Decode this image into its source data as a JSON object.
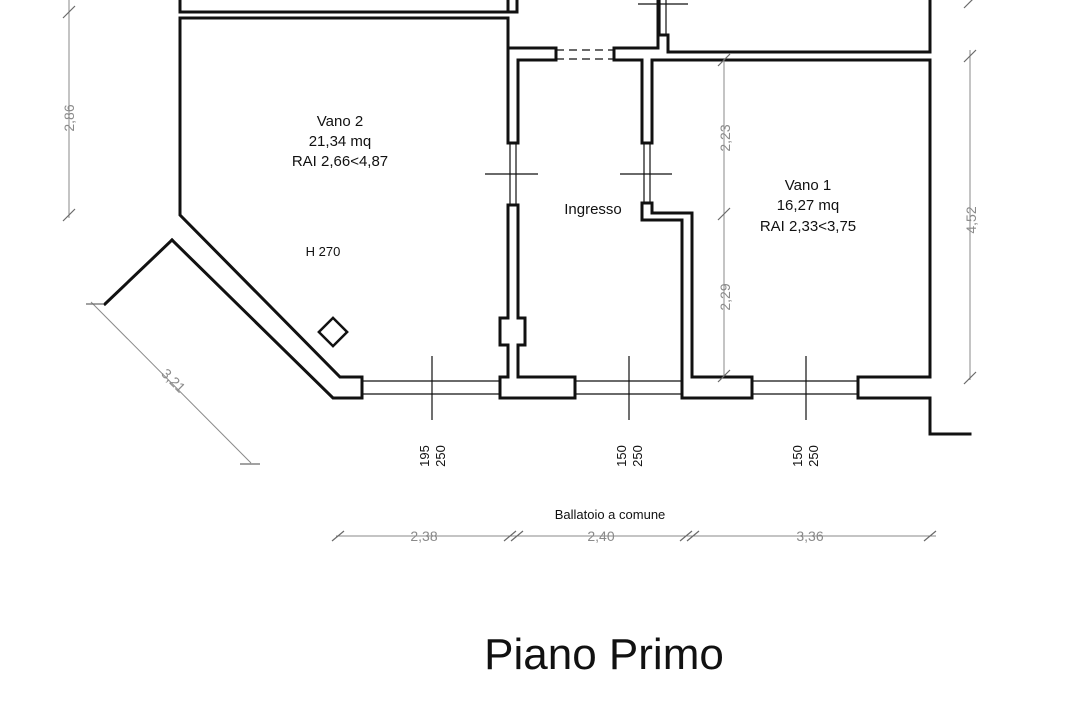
{
  "rooms": {
    "vano2": {
      "name": "Vano 2",
      "area": "21,34 mq",
      "rai": "RAI 2,66<4,87",
      "height": "H 270"
    },
    "ingresso": {
      "name": "Ingresso"
    },
    "vano1": {
      "name": "Vano 1",
      "area": "16,27 mq",
      "rai": "RAI 2,33<3,75"
    }
  },
  "windows": [
    {
      "w": "195",
      "h": "250"
    },
    {
      "w": "150",
      "h": "250"
    },
    {
      "w": "150",
      "h": "250"
    }
  ],
  "dimensions": {
    "left_top": "2,86",
    "left_diag": "3,21",
    "right_outer": "4,52",
    "right_inner_top": "2,23",
    "right_inner_bottom": "2,29",
    "bottom": [
      "2,38",
      "2,40",
      "3,36"
    ]
  },
  "balcony_label": "Ballatoio a comune",
  "title": "Piano Primo"
}
